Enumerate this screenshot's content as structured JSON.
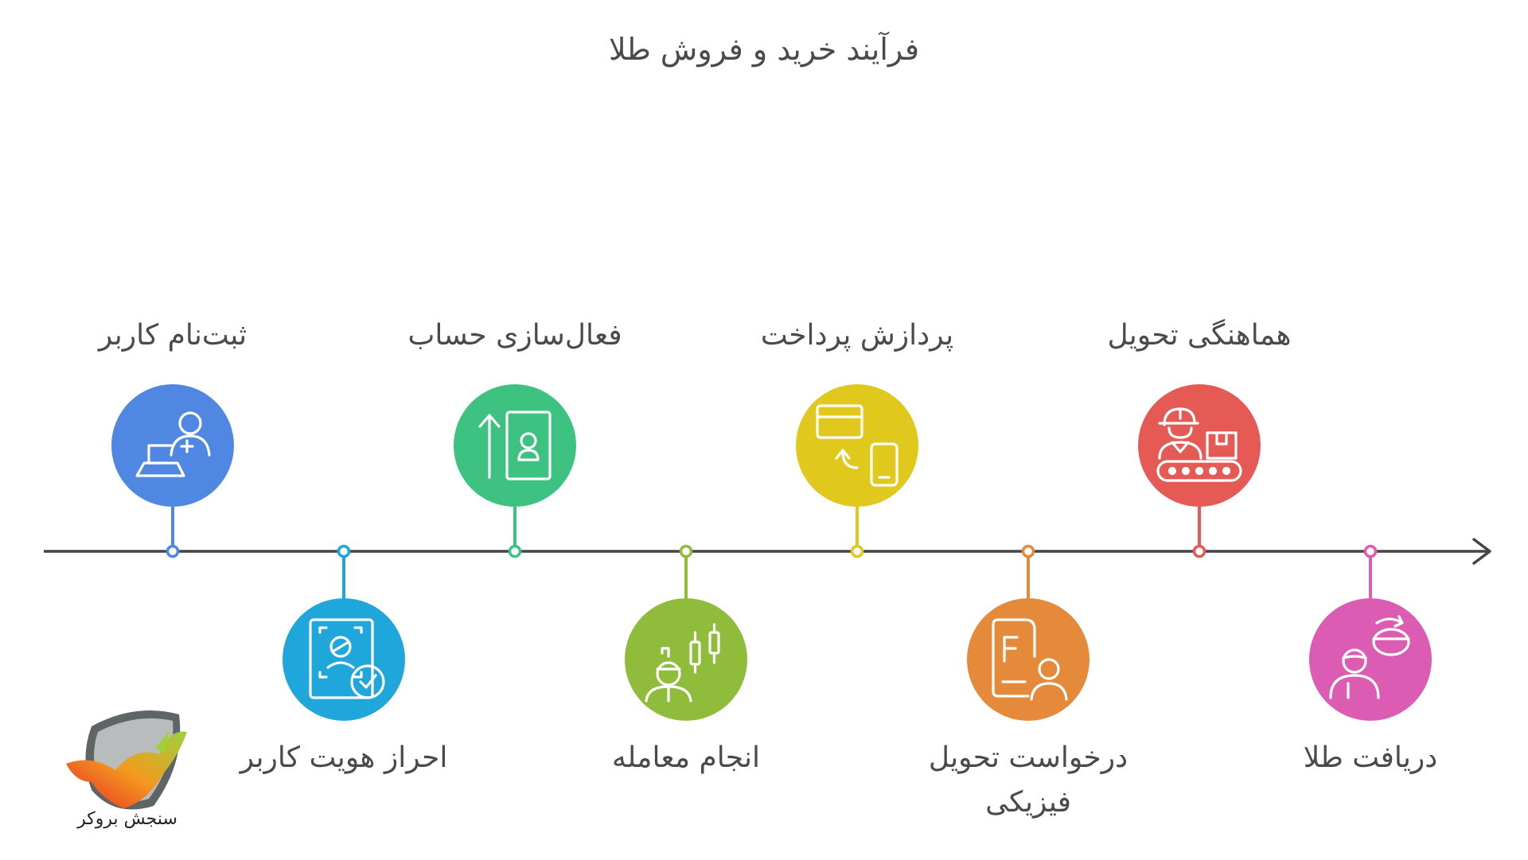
{
  "title": "فرآیند خرید و فروش طلا",
  "timeline": {
    "line_color": "#454545",
    "steps": [
      {
        "label": "ثبت‌نام کاربر",
        "color": "#4f87e2",
        "icon": "user-laptop-add-icon",
        "position": "top"
      },
      {
        "label": "احراز هویت کاربر",
        "color": "#1fa6db",
        "icon": "face-id-verified-icon",
        "position": "bottom"
      },
      {
        "label": "فعال‌سازی حساب",
        "color": "#3dc281",
        "icon": "upload-contact-card-icon",
        "position": "top"
      },
      {
        "label": "انجام معامله",
        "color": "#8fbc3b",
        "icon": "trader-candlestick-icon",
        "position": "bottom"
      },
      {
        "label": "پردازش پرداخت",
        "color": "#e0c81c",
        "icon": "card-to-phone-payment-icon",
        "position": "top"
      },
      {
        "label": "درخواست تحویل فیزیکی",
        "color": "#e5893a",
        "icon": "document-request-user-icon",
        "position": "bottom"
      },
      {
        "label": "هماهنگی تحویل",
        "color": "#e65a55",
        "icon": "worker-conveyor-box-icon",
        "position": "top"
      },
      {
        "label": "دریافت طلا",
        "color": "#dd5cb3",
        "icon": "user-receive-gold-icon",
        "position": "bottom"
      }
    ]
  },
  "logo": {
    "text": "سنجش بروکر",
    "icon": "bull-shield-logo-icon"
  }
}
